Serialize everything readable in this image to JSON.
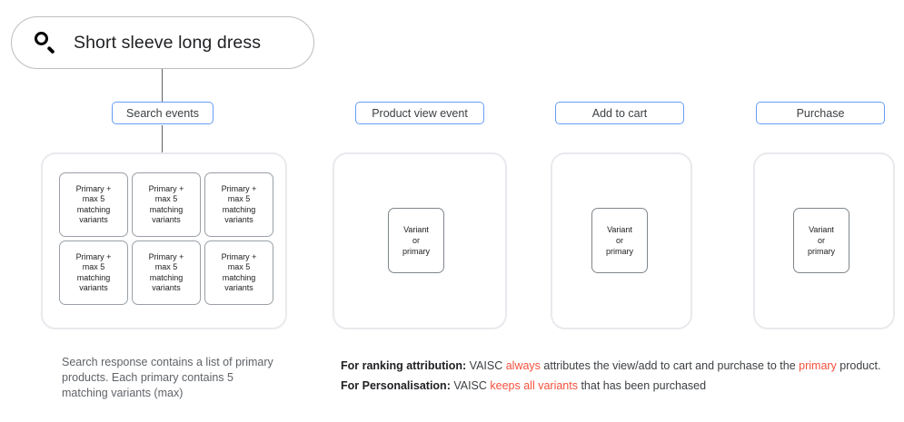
{
  "search": {
    "icon": "search-icon",
    "query": "Short sleeve long dress"
  },
  "events": {
    "search_label": "Search events",
    "product_view_label": "Product view event",
    "add_to_cart_label": "Add to cart",
    "purchase_label": "Purchase"
  },
  "primary_card": {
    "line1": "Primary +",
    "line2": "max 5",
    "line3": "matching",
    "line4": "variants"
  },
  "variant_card": {
    "line1": "Variant",
    "line2": "or",
    "line3": "primary"
  },
  "captions": {
    "left": "Search response contains a list of primary products. Each primary contains 5 matching variants (max)",
    "ranking": {
      "lead": "For ranking attribution:",
      "part1": " VAISC ",
      "highlight1": "always",
      "part2": " attributes the view/add to cart and purchase to the ",
      "highlight2": "primary",
      "part3": " product."
    },
    "personalisation": {
      "lead": "For Personalisation:",
      "part1": " VAISC ",
      "highlight1": "keeps all variants",
      "part2": " that has been purchased"
    }
  },
  "colors": {
    "label_border": "#669df6",
    "panel_border": "#e8eaed",
    "highlight": "#f4503c",
    "card_border": "#9aa0a6"
  }
}
